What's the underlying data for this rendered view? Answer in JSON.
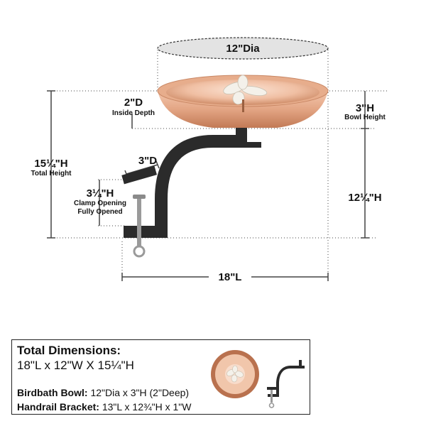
{
  "dimensions": {
    "bowl_diameter": "12\"Dia",
    "inside_depth": "2\"D",
    "inside_depth_caption": "Inside Depth",
    "bowl_height": "3\"H",
    "bowl_height_caption": "Bowl Height",
    "total_height": "15¼\"H",
    "total_height_caption": "Total Height",
    "clamp_depth": "3\"D",
    "clamp_opening": "3¼\"H",
    "clamp_opening_caption_1": "Clamp Opening",
    "clamp_opening_caption_2": "Fully Opened",
    "bracket_height": "12¼\"H",
    "length": "18\"L"
  },
  "info_box": {
    "title": "Total Dimensions:",
    "total": "18\"L x 12\"W X 15¼\"H",
    "bowl_label": "Birdbath Bowl:",
    "bowl_value": "12\"Dia x 3\"H (2\"Deep)",
    "bracket_label": "Handrail Bracket:",
    "bracket_value": "13\"L x 12¾\"H x 1\"W"
  },
  "colors": {
    "copper_light": "#f6d2bd",
    "copper_mid": "#e0a283",
    "copper_dark": "#b9714e",
    "bracket": "#2b2b2b",
    "ellipse_fill": "#e3e3e3",
    "guide_line": "#444444"
  }
}
